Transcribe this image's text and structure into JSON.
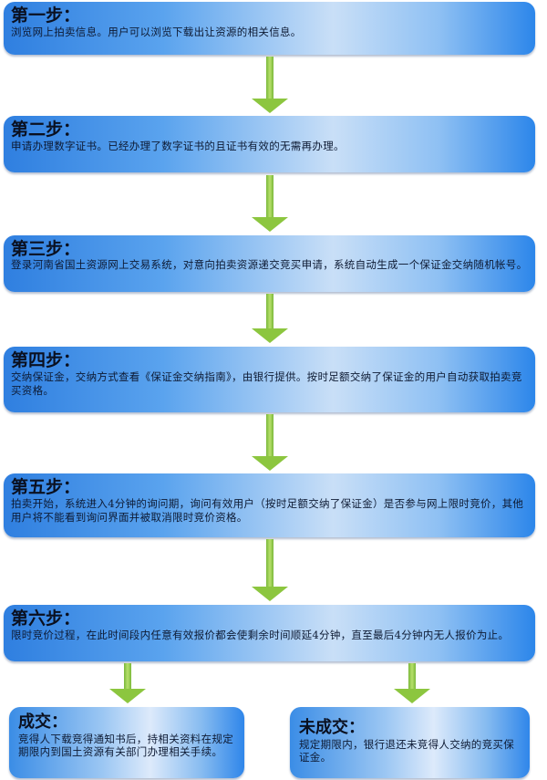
{
  "steps": [
    {
      "title": "第一步：",
      "text": "浏览网上拍卖信息。用户可以浏览下载出让资源的相关信息。"
    },
    {
      "title": "第二步：",
      "text": "申请办理数字证书。已经办理了数字证书的且证书有效的无需再办理。"
    },
    {
      "title": "第三步：",
      "text": "登录河南省国土资源网上交易系统，对意向拍卖资源递交竞买申请，系统自动生成一个保证金交纳随机帐号。"
    },
    {
      "title": "第四步：",
      "text": "交纳保证金，交纳方式查看《保证金交纳指南》，由银行提供。按时足额交纳了保证金的用户自动获取拍卖竞买资格。"
    },
    {
      "title": "第五步：",
      "text": "拍卖开始，系统进入4分钟的询问期，询问有效用户（按时足额交纳了保证金）是否参与网上限时竞价，其他用户将不能看到询问界面并被取消限时竞价资格。"
    },
    {
      "title": "第六步：",
      "text": "限时竞价过程，在此时间段内任意有效报价都会使剩余时间顺延4分钟，直至最后4分钟内无人报价为止。"
    }
  ],
  "outcomes": {
    "success": {
      "title": "成交：",
      "text": "竞得人下载竞得通知书后，持相关资料在规定期限内到国土资源有关部门办理相关手续。"
    },
    "failure": {
      "title": "未成交：",
      "text": "规定期限内，银行退还未竞得人交纳的竞买保证金。"
    }
  }
}
